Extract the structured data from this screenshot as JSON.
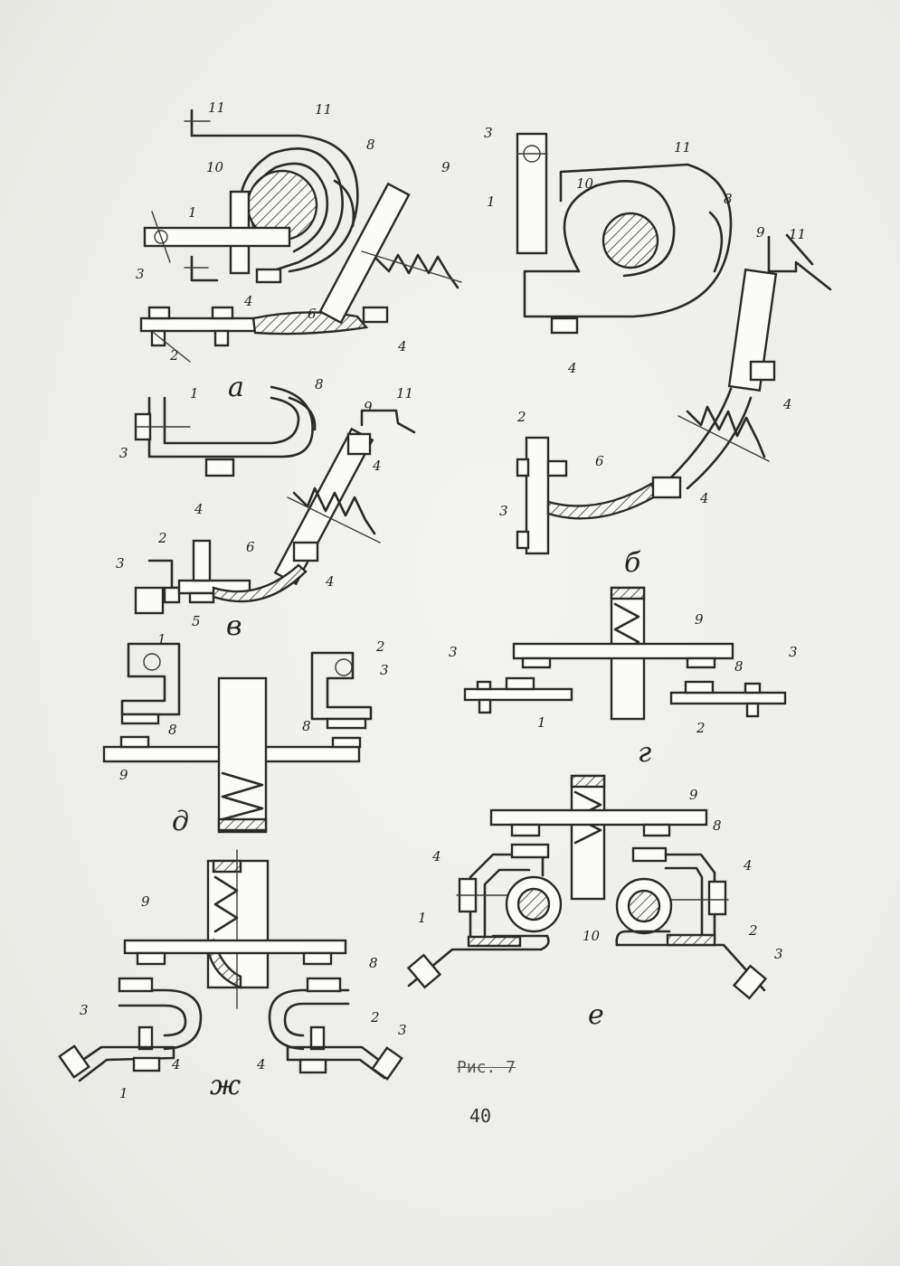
{
  "figure": {
    "caption": "Рис. 7",
    "page_number": "40",
    "panel_letters": [
      "а",
      "б",
      "в",
      "г",
      "д",
      "е",
      "ж"
    ],
    "part_numbers": [
      "1",
      "2",
      "3",
      "4",
      "5",
      "6",
      "8",
      "9",
      "10",
      "11"
    ]
  }
}
